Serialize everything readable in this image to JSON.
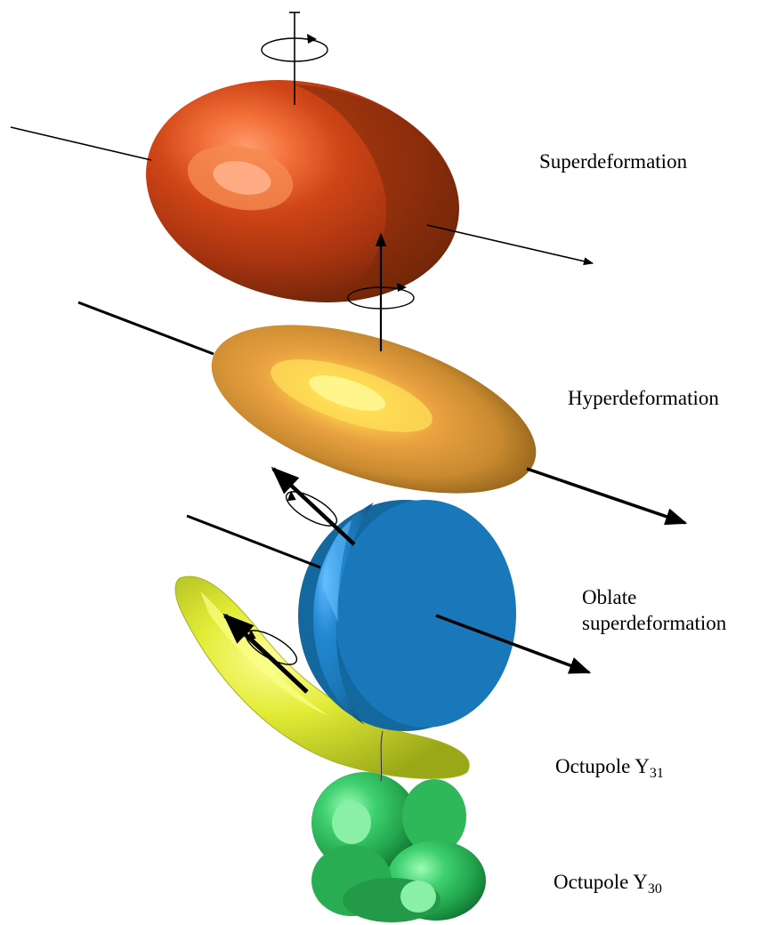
{
  "labels": {
    "superdeformation": "Superdeformation",
    "hyperdeformation": "Hyperdeformation",
    "oblate_line1": "Oblate",
    "oblate_line2": "superdeformation",
    "octupole31_text": "Octupole Y",
    "octupole31_sub": "31",
    "octupole30_text": "Octupole Y",
    "octupole30_sub": "30"
  },
  "colors": {
    "superdeformed": "#b83a12",
    "hyperdeformed": "#d8a040",
    "oblate": "#1a78b8",
    "octupole_y31": "#dfe830",
    "octupole_y30": "#2fb85a"
  }
}
